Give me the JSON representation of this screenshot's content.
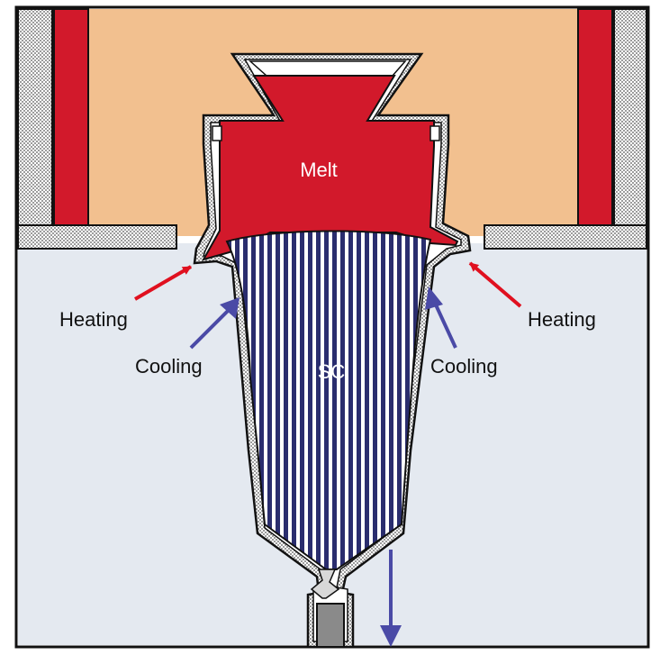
{
  "labels": {
    "melt": "Melt",
    "crystal": "SC",
    "heating_left": "Heating",
    "heating_right": "Heating",
    "cooling_left": "Cooling",
    "cooling_right": "Cooling"
  },
  "colors": {
    "furnace_zone": "#f2c08f",
    "lower_zone": "#e4e9f0",
    "heater": "#d2192b",
    "melt": "#d2192b",
    "insulation": "#c9c9c9",
    "crystal_stripe": "#2a2d6e",
    "heating_arrow": "#e0101f",
    "cooling_arrow": "#4a4aa6",
    "seed": "#8a8a8a"
  }
}
